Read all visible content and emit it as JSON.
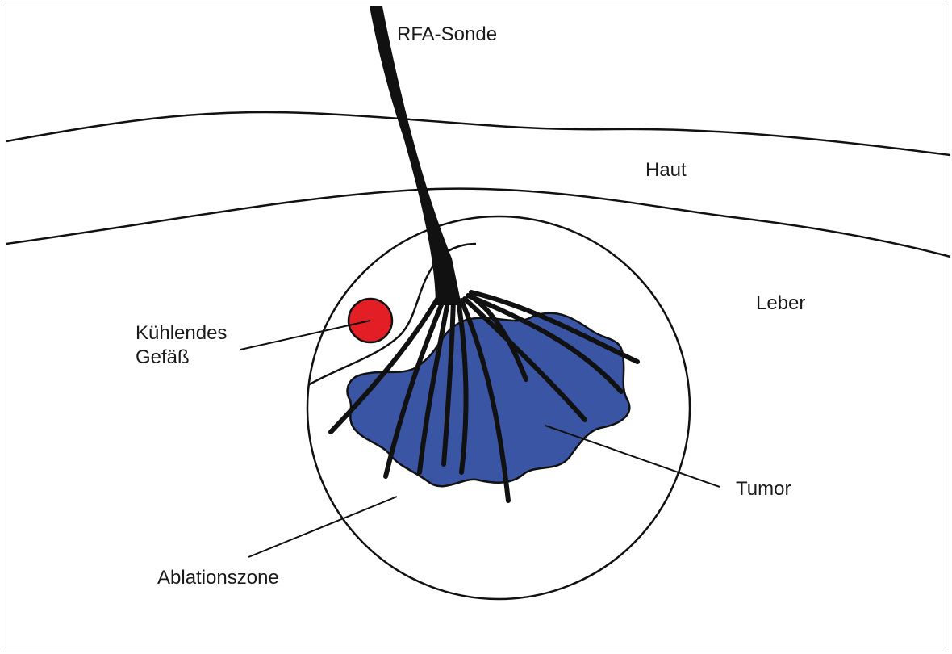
{
  "labels": {
    "probe": "RFA-Sonde",
    "skin": "Haut",
    "liver": "Leber",
    "vessel_line1": "Kühlendes",
    "vessel_line2": "Gefäß",
    "tumor": "Tumor",
    "ablation_zone": "Ablationszone"
  },
  "colors": {
    "tumor_fill": "#3a55a4",
    "vessel_fill": "#e31e24",
    "probe": "#111111",
    "outline": "#111111"
  }
}
